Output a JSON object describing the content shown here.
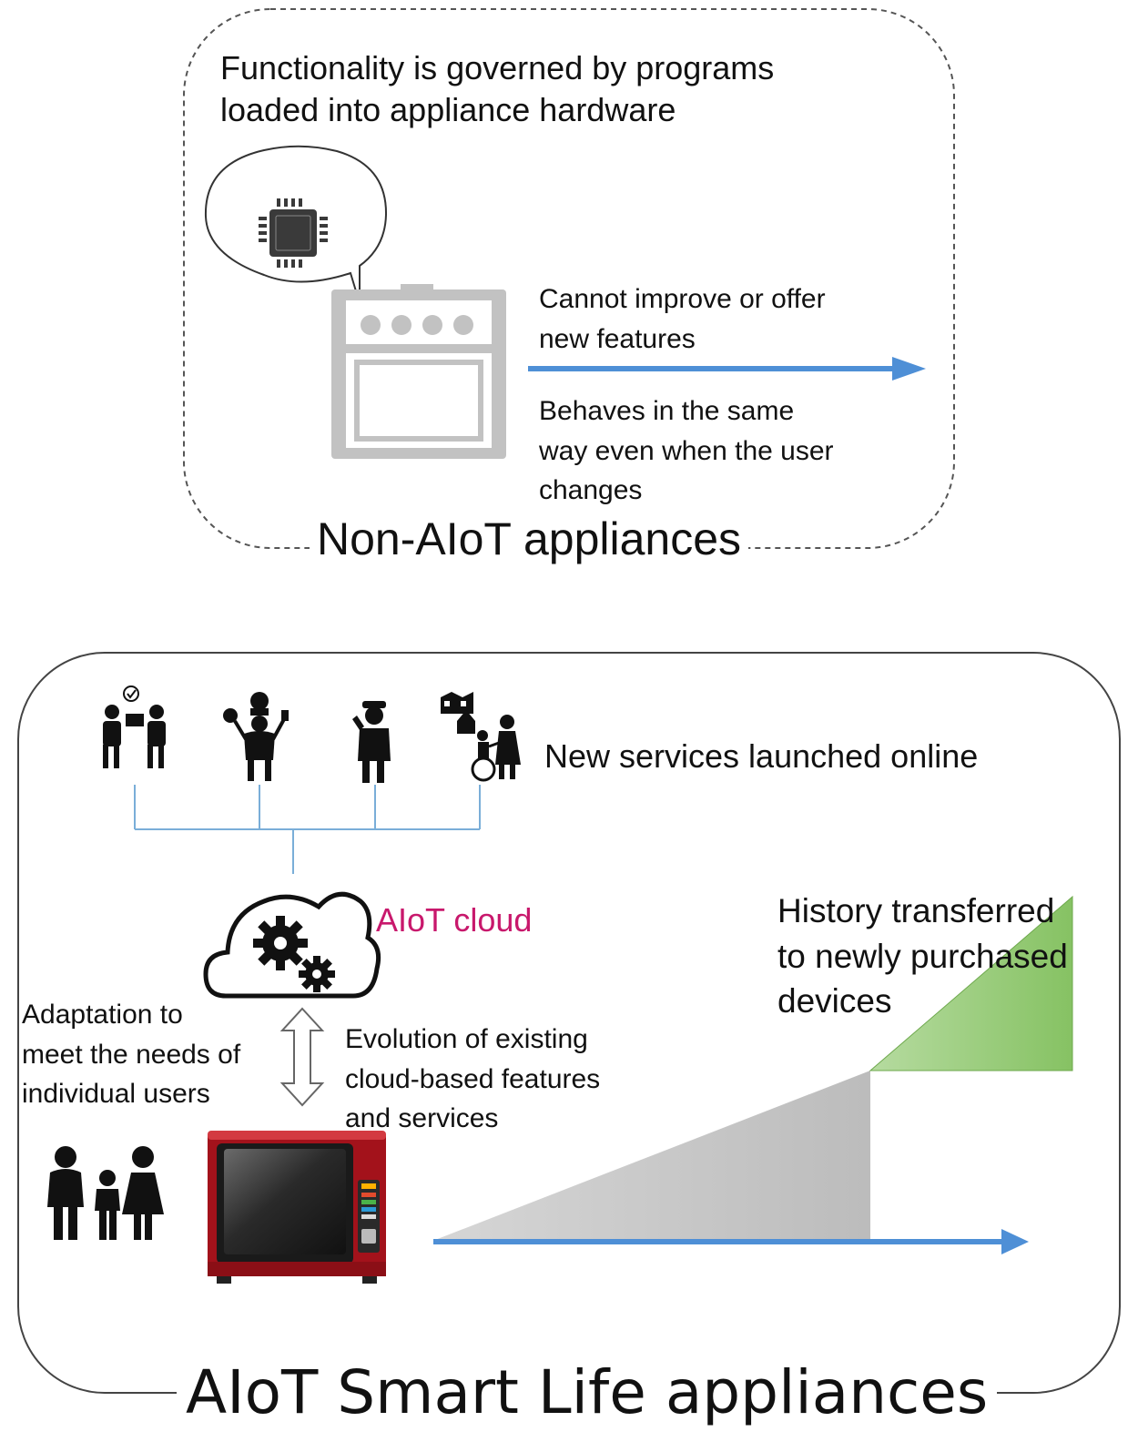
{
  "non_aiot": {
    "title": "Non-AIoT appliances",
    "description": "Functionality is governed by programs\nloaded into appliance hardware",
    "cannot_improve": "Cannot improve or offer\nnew features",
    "same_behavior": "Behaves in the same\nway even when the user\nchanges",
    "icons": [
      "chip-icon",
      "oven-icon",
      "speech-bubble"
    ]
  },
  "aiot": {
    "title": "AIoT Smart Life appliances",
    "new_services": "New services launched online",
    "cloud_label": "AIoT cloud",
    "adaptation": "Adaptation to\nmeet the needs of\nindividual users",
    "evolution": "Evolution of existing\ncloud-based features\nand services",
    "history": "History transferred\nto newly purchased\ndevices",
    "icons": [
      "delivery-person-icon",
      "chef-icon",
      "security-guard-icon",
      "caregiver-icon",
      "cloud-gear-icon",
      "family-icon",
      "microwave-oven-icon"
    ]
  },
  "colors": {
    "arrow_blue": "#4e8fd6",
    "cloud_label": "#c8186c",
    "growth_grey": "#c8c8c8",
    "growth_green": "#8fc66e",
    "connector_blue": "#7aaed8",
    "oven_grey": "#bdbdbd",
    "microwave_red": "#b3141c"
  }
}
